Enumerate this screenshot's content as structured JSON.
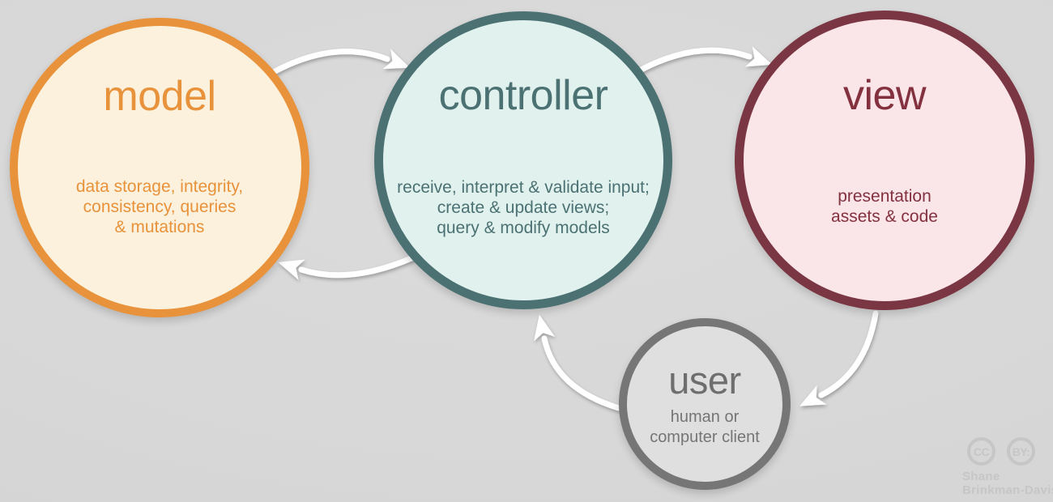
{
  "colors": {
    "background": "#D8D8D8",
    "arrow": "#FFFFFF",
    "model-border": "#E8923B",
    "model-fill": "#FBF1DC",
    "model-text": "#E8923B",
    "controller-border": "#4C7173",
    "controller-fill": "#E1F1EE",
    "controller-text": "#4B7173",
    "view-border": "#7A3642",
    "view-fill": "#FAE5E8",
    "view-text": "#84313F",
    "user-border": "#767676",
    "user-fill": "#DFDFDF",
    "user-text": "#6E6E6E",
    "user-text-desc": "#757575",
    "license-text": "#C6C6C6"
  },
  "nodes": {
    "model": {
      "title": "model",
      "description": "data storage, integrity,\nconsistency, queries\n& mutations"
    },
    "controller": {
      "title": "controller",
      "description": "receive, interpret & validate input;\ncreate & update views;\nquery & modify models"
    },
    "view": {
      "title": "view",
      "description": "presentation\nassets & code"
    },
    "user": {
      "title": "user",
      "description": "human or\ncomputer client"
    }
  },
  "connections": [
    {
      "from": "model",
      "to": "controller"
    },
    {
      "from": "controller",
      "to": "view"
    },
    {
      "from": "controller",
      "to": "model"
    },
    {
      "from": "view",
      "to": "user"
    },
    {
      "from": "user",
      "to": "controller"
    }
  ],
  "license": {
    "cc_label": "CC",
    "by_label": "BY:",
    "attribution_line1": "Shane",
    "attribution_line2": "Brinkman-Davis"
  }
}
